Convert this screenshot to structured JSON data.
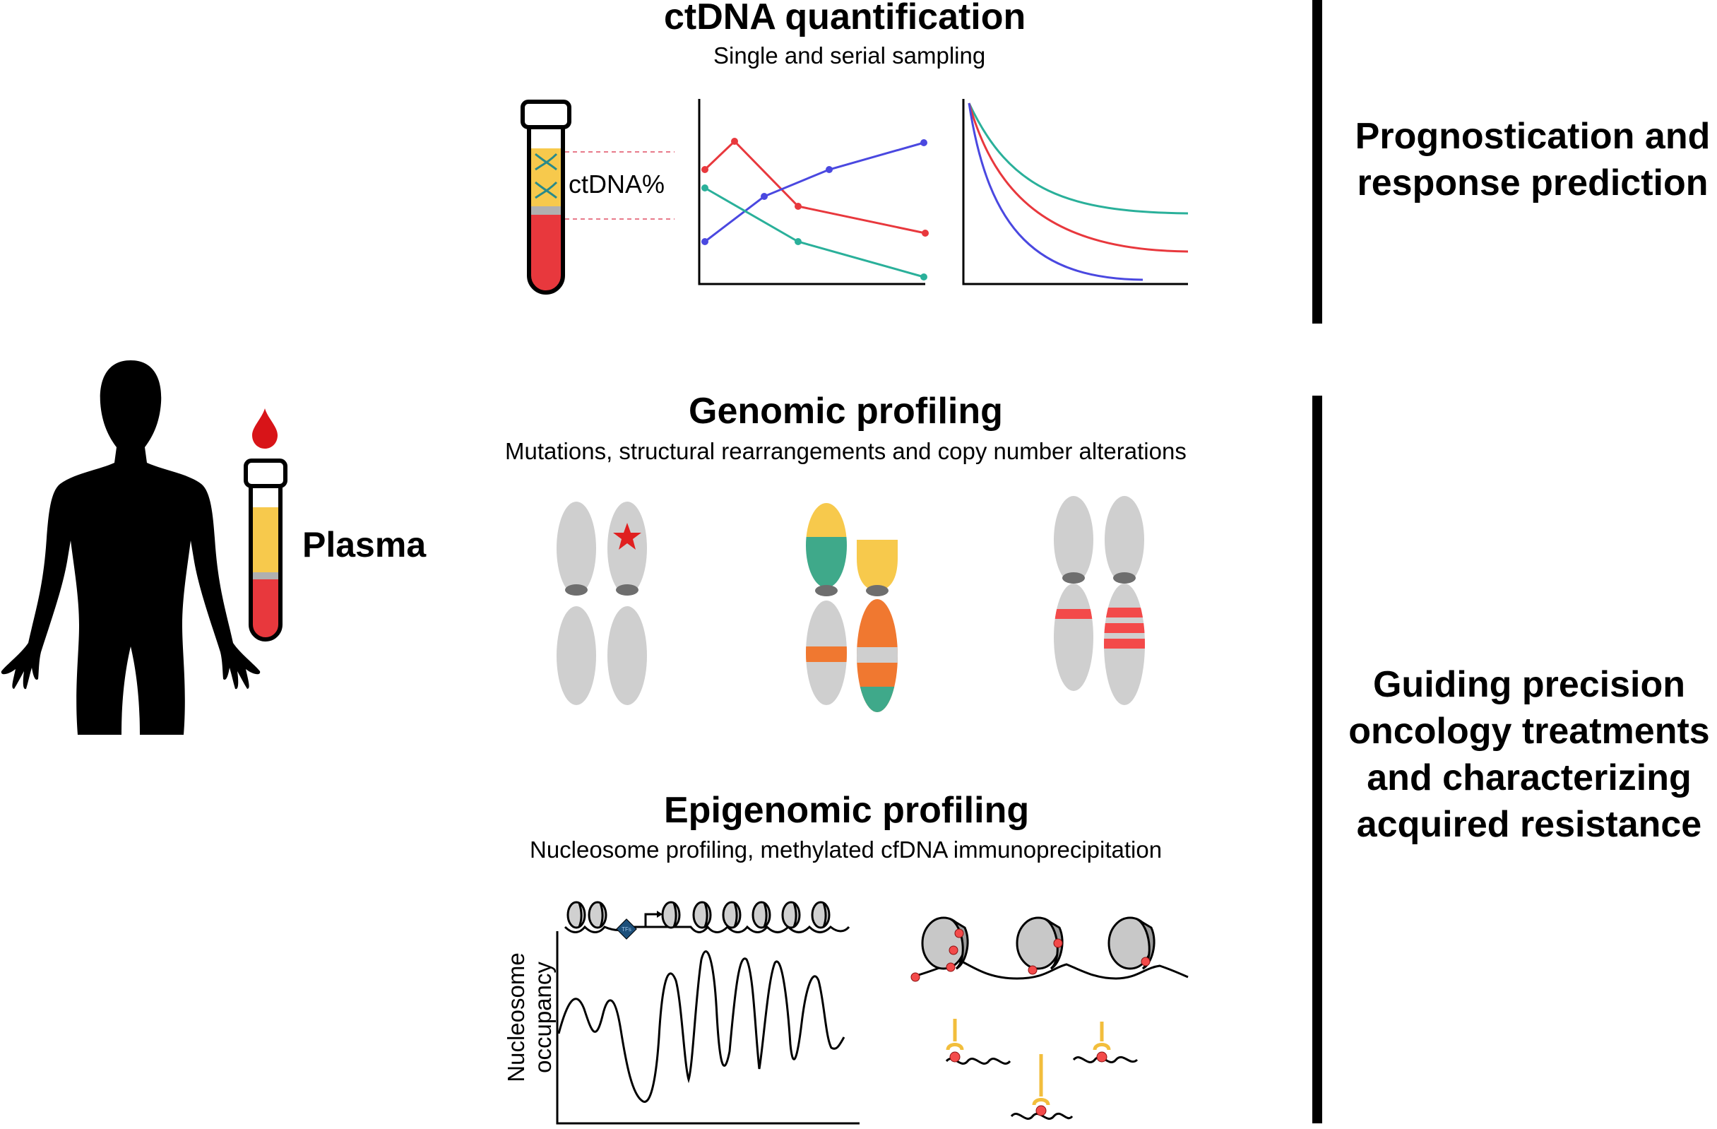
{
  "plasma_label": "Plasma",
  "sections": {
    "ctdna": {
      "title": "ctDNA quantification",
      "subtitle": "Single and serial sampling",
      "tube_label": "ctDNA%"
    },
    "genomic": {
      "title": "Genomic profiling",
      "subtitle": "Mutations, structural rearrangements and copy number alterations"
    },
    "epigenomic": {
      "title": "Epigenomic profiling",
      "subtitle": "Nucleosome profiling, methylated cfDNA immunoprecipitation",
      "ylabel_line1": "Nucleosome",
      "ylabel_line2": "occupancy",
      "tf_label": "TFs"
    }
  },
  "outcomes": {
    "top": {
      "line1": "Prognostication and",
      "line2": "response prediction"
    },
    "bottom": {
      "line1": "Guiding precision",
      "line2": "oncology treatments",
      "line3": "and characterizing",
      "line4": "acquired resistance"
    }
  },
  "colors": {
    "red": "#e8383d",
    "blue": "#4a48e0",
    "teal": "#2ab09a",
    "yellow": "#f7c94c",
    "green": "#3fa98a",
    "orange": "#f07830",
    "chrom_gray": "#cfcfcf",
    "centromere": "#6e6e6e",
    "cnv_red": "#f34a4a"
  }
}
